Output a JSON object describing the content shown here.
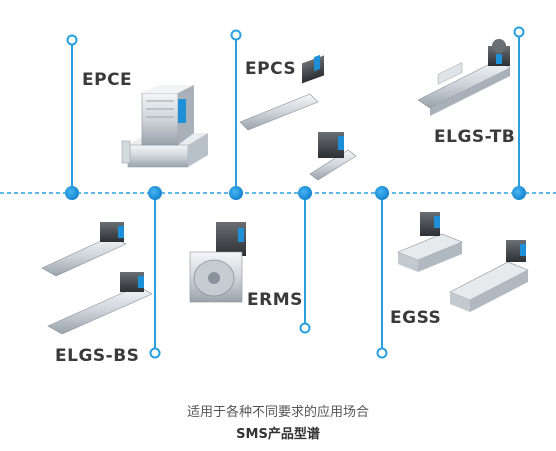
{
  "colors": {
    "accent": "#1e90d8",
    "timeline": "#2a9fe0",
    "label_text": "#3a3a3a",
    "caption_text": "#555555"
  },
  "products": [
    {
      "id": "epce",
      "label": "EPCE"
    },
    {
      "id": "epcs",
      "label": "EPCS"
    },
    {
      "id": "elgs-tb",
      "label": "ELGS-TB"
    },
    {
      "id": "elgs-bs",
      "label": "ELGS-BS"
    },
    {
      "id": "erms",
      "label": "ERMS"
    },
    {
      "id": "egss",
      "label": "EGSS"
    }
  ],
  "caption": {
    "line1": "适用于各种不同要求的应用场合",
    "line2": "SMS产品型谱"
  }
}
